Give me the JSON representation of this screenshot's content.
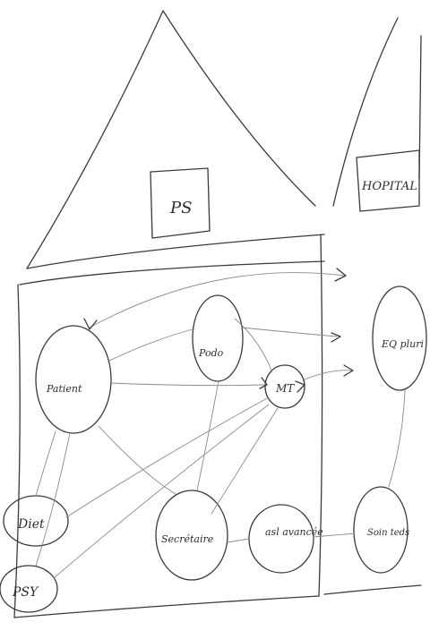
{
  "buildings": {
    "ps_sign": "PS",
    "hospital_sign": "HOPITAL"
  },
  "nodes": {
    "patient": "Patient",
    "podo": "Podo",
    "mt": "MT",
    "diet": "Diet",
    "psy": "PSY",
    "secretaire": "Secrétaire",
    "asl_avancee": "asl avancée",
    "eq_pluri": "EQ pluri",
    "soins_teds": "Soin teds"
  }
}
